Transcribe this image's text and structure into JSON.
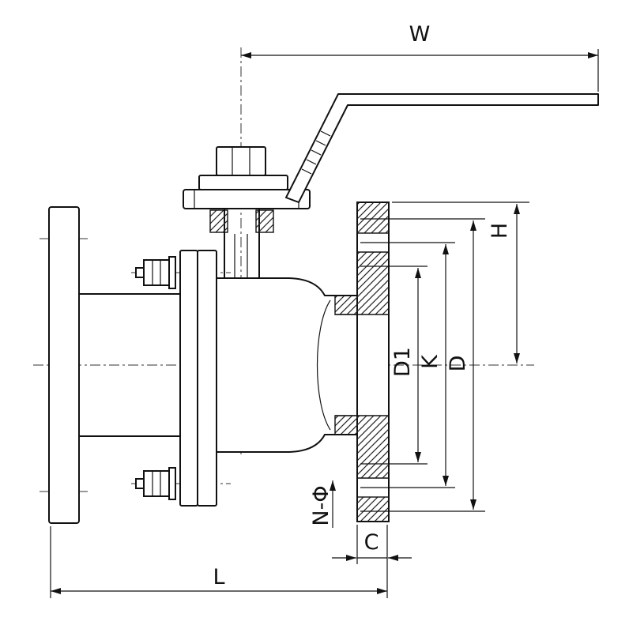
{
  "drawing": {
    "background": "#ffffff",
    "line_color": "#111111"
  },
  "labels": {
    "w": "W",
    "h": "H",
    "d": "D",
    "k": "K",
    "d1": "D1",
    "l": "L",
    "c": "C",
    "n_phi": "N-Φ"
  }
}
